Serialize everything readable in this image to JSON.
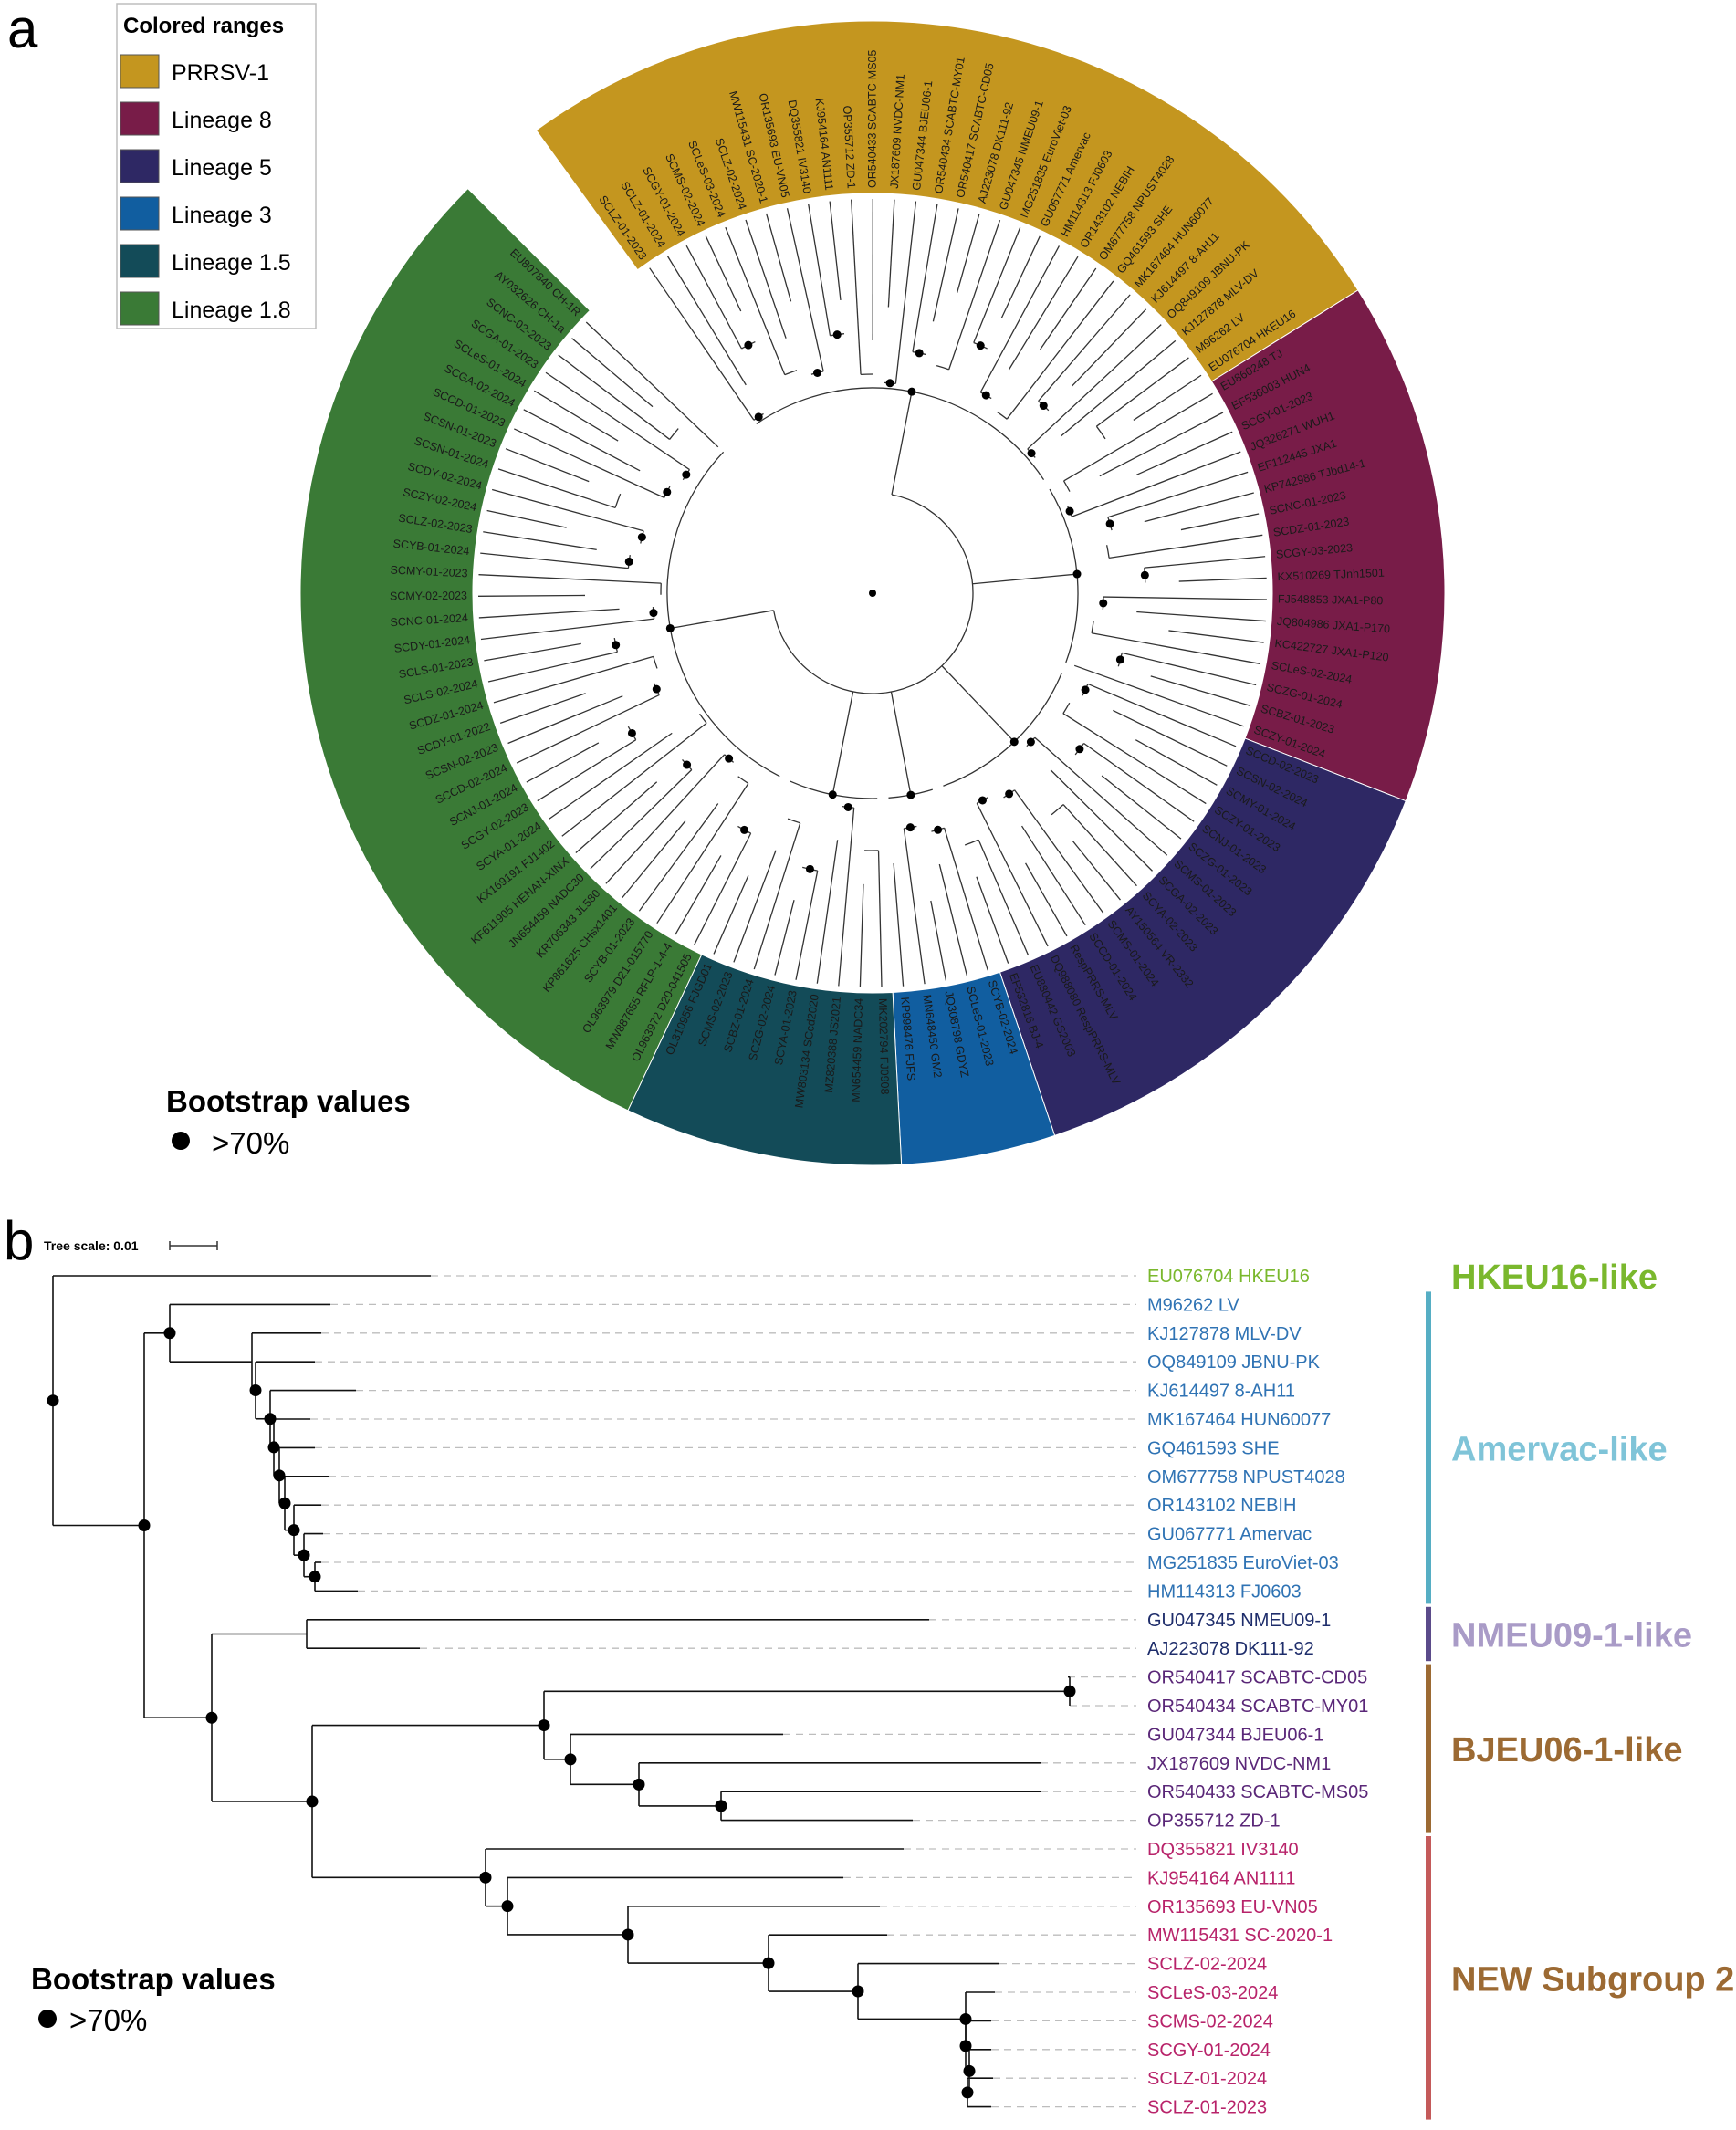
{
  "panel_a": {
    "letter": "a",
    "legend": {
      "title": "Colored ranges",
      "items": [
        {
          "label": "PRRSV-1",
          "color": "#c4961f"
        },
        {
          "label": "Lineage 8",
          "color": "#781c48"
        },
        {
          "label": "Lineage 5",
          "color": "#2e2864"
        },
        {
          "label": "Lineage 3",
          "color": "#115ea0"
        },
        {
          "label": "Lineage 1.5",
          "color": "#134b58"
        },
        {
          "label": "Lineage 1.8",
          "color": "#3a7a36"
        }
      ]
    },
    "bootstrap": {
      "title": "Bootstrap values",
      "threshold": ">70%"
    },
    "clades": [
      {
        "name": "PRRSV-1",
        "color": "#c4961f",
        "leaves": [
          "SCLZ-01-2023",
          "SCLZ-01-2024",
          "SCGY-01-2024",
          "SCMS-02-2024",
          "SCLeS-03-2024",
          "SCLZ-02-2024",
          "MW115431 SC-2020-1",
          "OR135693 EU-VN05",
          "DQ355821 IV3140",
          "KJ954164 AN1111",
          "OP355712 ZD-1",
          "OR540433 SCABTC-MS05",
          "JX187609 NVDC-NM1",
          "GU047344 BJEU06-1",
          "OR540434 SCABTC-MY01",
          "OR540417 SCABTC-CD05",
          "AJ223078 DK111-92",
          "GU047345 NMEU09-1",
          "MG251835 EuroViet-03",
          "GU067771 Amervac",
          "HM114313 FJ0603",
          "OR143102 NEBIH",
          "OM677758 NPUST4028",
          "GQ461593 SHE",
          "MK167464 HUN60077",
          "KJ614497 8-AH11",
          "OQ849109 JBNU-PK",
          "KJ127878 MLV-DV",
          "M96262 LV",
          "EU076704 HKEU16"
        ]
      },
      {
        "name": "Lineage 8",
        "color": "#781c48",
        "leaves": [
          "EU860248 TJ",
          "EF536003 HUN4",
          "SCGY-01-2023",
          "JQ326271 WUH1",
          "EF112445 JXA1",
          "KP742986 TJbd14-1",
          "SCNC-01-2023",
          "SCDZ-01-2023",
          "SCGY-03-2023",
          "KX510269 TJnh1501",
          "FJ548853 JXA1-P80",
          "JQ804986 JXA1-P170",
          "KC422727 JXA1-P120",
          "SCLeS-02-2024",
          "SCZG-01-2024",
          "SCBZ-01-2023",
          "SCZY-01-2024"
        ]
      },
      {
        "name": "Lineage 5",
        "color": "#2e2864",
        "leaves": [
          "SCCD-02-2023",
          "SCSN-02-2024",
          "SCMY-01-2024",
          "SCZY-01-2023",
          "SCNJ-01-2023",
          "SCZG-01-2023",
          "SCMS-01-2023",
          "SCGA-02-2023",
          "SCYA-02-2023",
          "AY150564 VR-2332",
          "SCMS-01-2024",
          "SCCD-01-2024",
          "RespPRRS-MLV",
          "DQ988080 RespPRRS-MLV",
          "EU880442 GS2003",
          "EF532816 BJ-4"
        ]
      },
      {
        "name": "Lineage 3",
        "color": "#115ea0",
        "leaves": [
          "SCYB-02-2024",
          "SCLeS-01-2023",
          "JQ308798 GDYZ",
          "MN648450 GM2",
          "KP998476 FJFS"
        ]
      },
      {
        "name": "Lineage 1.5",
        "color": "#134b58",
        "leaves": [
          "MK202794 FJ0908",
          "MN654459 NADC34",
          "MZ820388 JS2021",
          "MW803134 SCcd2020",
          "SCYA-01-2023",
          "SCZG-02-2024",
          "SCBZ-01-2024",
          "SCMS-02-2023",
          "OL310956 FJGD01"
        ]
      },
      {
        "name": "Lineage 1.8",
        "color": "#3a7a36",
        "leaves": [
          "OL963972 D20-041505",
          "MW887655 RFLP-1-4-4",
          "OL963979 D21-015770",
          "SCYB-01-2023",
          "KP861625 CHsx1401",
          "KR706343 JL580",
          "JN654459 NADC30",
          "KF611905 HENAN-XINX",
          "KX169191 FJ1402",
          "SCYA-01-2024",
          "SCGY-02-2023",
          "SCNJ-01-2024",
          "SCCD-02-2024",
          "SCSN-02-2023",
          "SCDY-01-2022",
          "SCDZ-01-2024",
          "SCLS-02-2024",
          "SCLS-01-2023",
          "SCDY-01-2024",
          "SCNC-01-2024",
          "SCMY-02-2023",
          "SCMY-01-2023",
          "SCYB-01-2024",
          "SCLZ-02-2023",
          "SCZY-02-2024",
          "SCDY-02-2024",
          "SCSN-01-2024",
          "SCSN-01-2023",
          "SCCD-01-2023",
          "SCGA-02-2024",
          "SCLeS-01-2024",
          "SCGA-01-2023",
          "SCNC-02-2023",
          "AY032626 CH-1a",
          "EU807840 CH-1R"
        ]
      }
    ]
  },
  "panel_b": {
    "letter": "b",
    "tree_scale": "Tree scale: 0.01",
    "bootstrap": {
      "title": "Bootstrap values",
      "threshold": ">70%"
    },
    "leaves": [
      {
        "label": "EU076704 HKEU16",
        "color": "#7ab82d"
      },
      {
        "label": "M96262 LV",
        "color": "#2f73b4"
      },
      {
        "label": "KJ127878 MLV-DV",
        "color": "#2f73b4"
      },
      {
        "label": "OQ849109 JBNU-PK",
        "color": "#2f73b4"
      },
      {
        "label": "KJ614497 8-AH11",
        "color": "#2f73b4"
      },
      {
        "label": "MK167464 HUN60077",
        "color": "#2f73b4"
      },
      {
        "label": "GQ461593 SHE",
        "color": "#2f73b4"
      },
      {
        "label": "OM677758 NPUST4028",
        "color": "#2f73b4"
      },
      {
        "label": "OR143102 NEBIH",
        "color": "#2f73b4"
      },
      {
        "label": "GU067771 Amervac",
        "color": "#2f73b4"
      },
      {
        "label": "MG251835 EuroViet-03",
        "color": "#2f73b4"
      },
      {
        "label": "HM114313 FJ0603",
        "color": "#2f73b4"
      },
      {
        "label": "GU047345 NMEU09-1",
        "color": "#1e2d6b"
      },
      {
        "label": "AJ223078 DK111-92",
        "color": "#1e2d6b"
      },
      {
        "label": "OR540417 SCABTC-CD05",
        "color": "#5a2778"
      },
      {
        "label": "OR540434 SCABTC-MY01",
        "color": "#5a2778"
      },
      {
        "label": "GU047344 BJEU06-1",
        "color": "#5a2778"
      },
      {
        "label": "JX187609 NVDC-NM1",
        "color": "#5a2778"
      },
      {
        "label": "OR540433 SCABTC-MS05",
        "color": "#5a2778"
      },
      {
        "label": "OP355712 ZD-1",
        "color": "#5a2778"
      },
      {
        "label": "DQ355821 IV3140",
        "color": "#b8236a"
      },
      {
        "label": "KJ954164 AN1111",
        "color": "#b8236a"
      },
      {
        "label": "OR135693 EU-VN05",
        "color": "#b8236a"
      },
      {
        "label": "MW115431 SC-2020-1",
        "color": "#b8236a"
      },
      {
        "label": "SCLZ-02-2024",
        "color": "#b8236a"
      },
      {
        "label": "SCLeS-03-2024",
        "color": "#b8236a"
      },
      {
        "label": "SCMS-02-2024",
        "color": "#b8236a"
      },
      {
        "label": "SCGY-01-2024",
        "color": "#b8236a"
      },
      {
        "label": "SCLZ-01-2024",
        "color": "#b8236a"
      },
      {
        "label": "SCLZ-01-2023",
        "color": "#b8236a"
      }
    ],
    "groups": [
      {
        "label": "HKEU16-like",
        "color": "#7ab82d",
        "bar_color": "",
        "first": 0,
        "last": 0
      },
      {
        "label": "Amervac-like",
        "color": "#7fc4d8",
        "bar_color": "#56aec4",
        "first": 1,
        "last": 11
      },
      {
        "label": "NMEU09-1-like",
        "color": "#a99bc7",
        "bar_color": "#5b4b8a",
        "first": 12,
        "last": 13
      },
      {
        "label": "BJEU06-1-like",
        "color": "#9c6a33",
        "bar_color": "#9c6a33",
        "first": 14,
        "last": 19
      },
      {
        "label": "NEW Subgroup 2",
        "color": "#9c6a33",
        "bar_color": "#c45a5a",
        "first": 20,
        "last": 29
      }
    ]
  }
}
